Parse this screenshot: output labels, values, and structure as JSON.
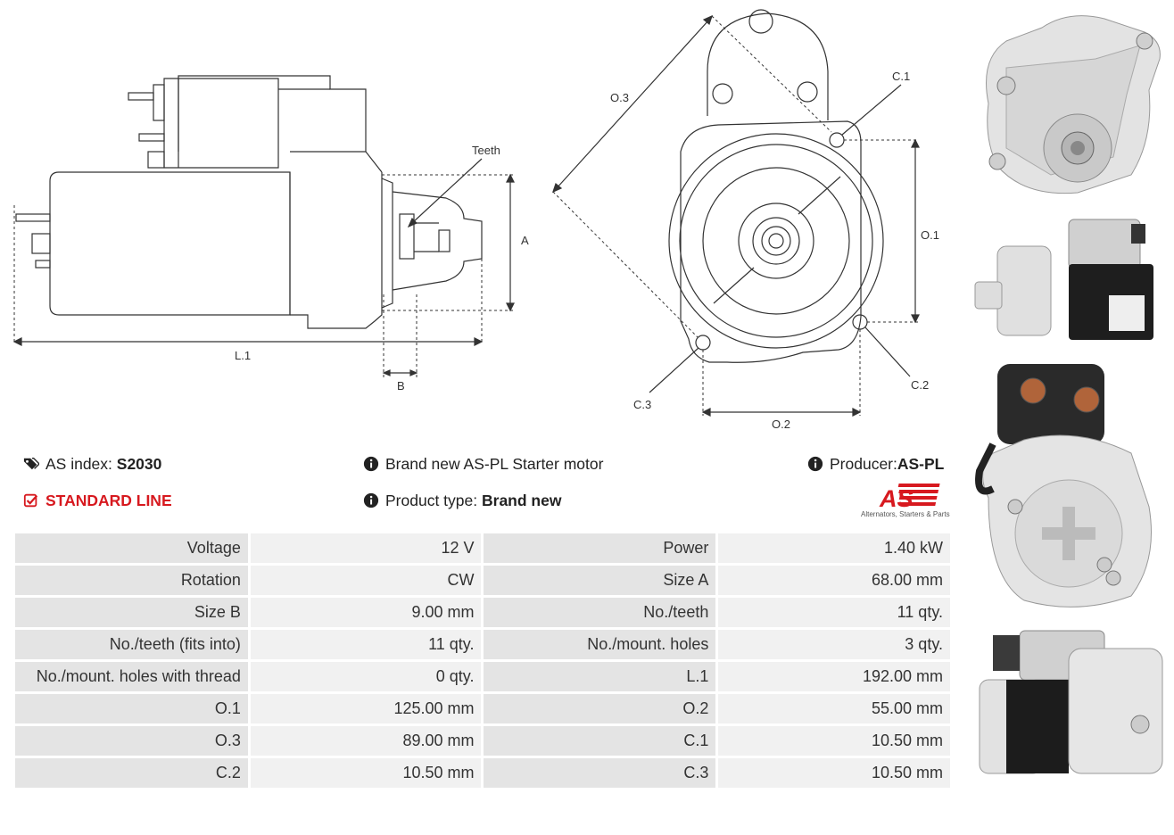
{
  "drawing_labels": {
    "teeth": "Teeth",
    "a": "A",
    "b": "B",
    "l1": "L.1",
    "o1": "O.1",
    "o2": "O.2",
    "o3": "O.3",
    "c1": "C.1",
    "c2": "C.2",
    "c3": "C.3"
  },
  "info": {
    "as_index_label": "AS index:",
    "as_index_value": "S2030",
    "standard_line": "STANDARD LINE",
    "description": "Brand new AS-PL Starter motor",
    "product_type_label": "Product type:",
    "product_type_value": "Brand new",
    "producer_label": "Producer:",
    "producer_value": "AS-PL"
  },
  "logo": {
    "mark": "AS",
    "tagline": "Alternators, Starters & Parts"
  },
  "colors": {
    "accent_red": "#d7191f",
    "label_bg": "#e4e4e4",
    "value_bg": "#f1f1f1"
  },
  "specs": [
    {
      "l1": "Voltage",
      "v1": "12 V",
      "l2": "Power",
      "v2": "1.40 kW"
    },
    {
      "l1": "Rotation",
      "v1": "CW",
      "l2": "Size A",
      "v2": "68.00 mm"
    },
    {
      "l1": "Size B",
      "v1": "9.00 mm",
      "l2": "No./teeth",
      "v2": "11 qty."
    },
    {
      "l1": "No./teeth (fits into)",
      "v1": "11 qty.",
      "l2": "No./mount. holes",
      "v2": "3 qty."
    },
    {
      "l1": "No./mount. holes with thread",
      "v1": "0 qty.",
      "l2": "L.1",
      "v2": "192.00 mm"
    },
    {
      "l1": "O.1",
      "v1": "125.00 mm",
      "l2": "O.2",
      "v2": "55.00 mm"
    },
    {
      "l1": "O.3",
      "v1": "89.00 mm",
      "l2": "C.1",
      "v2": "10.50 mm"
    },
    {
      "l1": "C.2",
      "v1": "10.50 mm",
      "l2": "C.3",
      "v2": "10.50 mm"
    }
  ]
}
